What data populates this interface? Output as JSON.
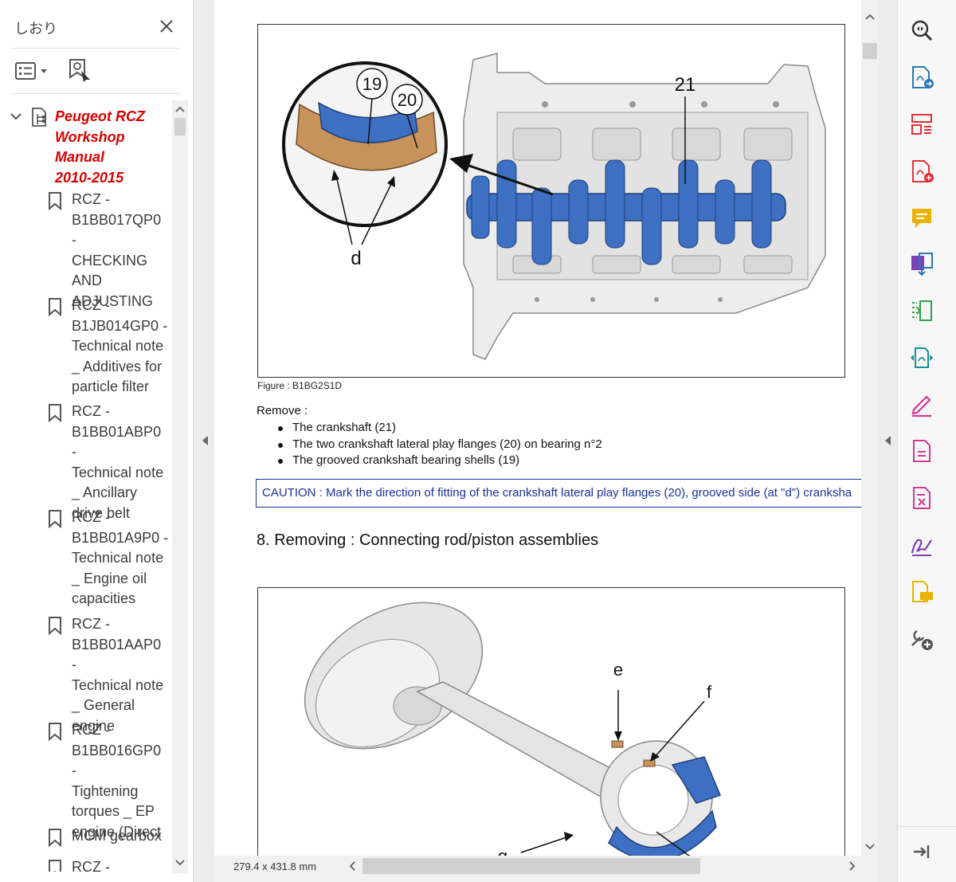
{
  "bookmarks_panel": {
    "title": "しおり",
    "root": {
      "label": "Peugeot RCZ\nWorkshop\nManual\n2010-2015"
    },
    "items": [
      {
        "label": "RCZ -\nB1BB017QP0 -\nCHECKING\nAND\nADJUSTING"
      },
      {
        "label": "RCZ -\nB1JB014GP0 -\nTechnical note\n_ Additives for\nparticle filter"
      },
      {
        "label": "RCZ -\nB1BB01ABP0 -\nTechnical note\n_ Ancillary\ndrive belt"
      },
      {
        "label": "RCZ -\nB1BB01A9P0 -\nTechnical note\n_ Engine oil\ncapacities"
      },
      {
        "label": "RCZ -\nB1BB01AAP0 -\nTechnical note\n_ General\nengine"
      },
      {
        "label": "RCZ -\nB1BB016GP0 -\nTightening\ntorques _ EP\nengine (Direct"
      },
      {
        "label": "MCM gearbox"
      },
      {
        "label": "RCZ -"
      }
    ]
  },
  "document": {
    "figure1": {
      "callouts": {
        "c19": "19",
        "c20": "20",
        "c21": "21",
        "d": "d"
      }
    },
    "figure1_caption": "Figure : B1BG2S1D",
    "remove_heading": "Remove :",
    "remove_items": [
      "The crankshaft (21)",
      "The two crankshaft lateral play flanges (20) on bearing n°2",
      "The grooved crankshaft bearing shells (19)"
    ],
    "caution": "CAUTION : Mark the direction of fitting of the crankshaft lateral play flanges (20), grooved side (at \"d\") cranksha",
    "section_heading": "8. Removing : Connecting rod/piston assemblies",
    "figure2": {
      "callouts": {
        "e": "e",
        "f": "f",
        "g": "g"
      }
    }
  },
  "status_bar": {
    "page_size": "279.4 x 431.8 mm"
  },
  "colors": {
    "bookmark_root": "#d90000",
    "part_blue": "#3d6fc2",
    "part_tan": "#c8935a",
    "caution": "#1c2f9c",
    "tool_blue": "#2a7ab8",
    "tool_red": "#e0323a",
    "tool_yellow": "#e8b400",
    "tool_green": "#2ea34a",
    "tool_teal": "#1b8f96",
    "tool_pink": "#d43a8f",
    "tool_purple": "#7b3fb8",
    "tool_gray": "#555555"
  },
  "tools": [
    {
      "icon": "zoom-icon"
    },
    {
      "icon": "export-pdf-icon"
    },
    {
      "icon": "organize-pages-icon"
    },
    {
      "icon": "create-pdf-icon"
    },
    {
      "icon": "comment-icon"
    },
    {
      "icon": "combine-files-icon"
    },
    {
      "icon": "compress-icon"
    },
    {
      "icon": "convert-icon"
    },
    {
      "icon": "edit-pdf-icon"
    },
    {
      "icon": "document-icon"
    },
    {
      "icon": "redact-icon"
    },
    {
      "icon": "fill-sign-icon"
    },
    {
      "icon": "send-comments-icon"
    },
    {
      "icon": "more-tools-icon"
    },
    {
      "icon": "collapse-pane-icon"
    }
  ]
}
